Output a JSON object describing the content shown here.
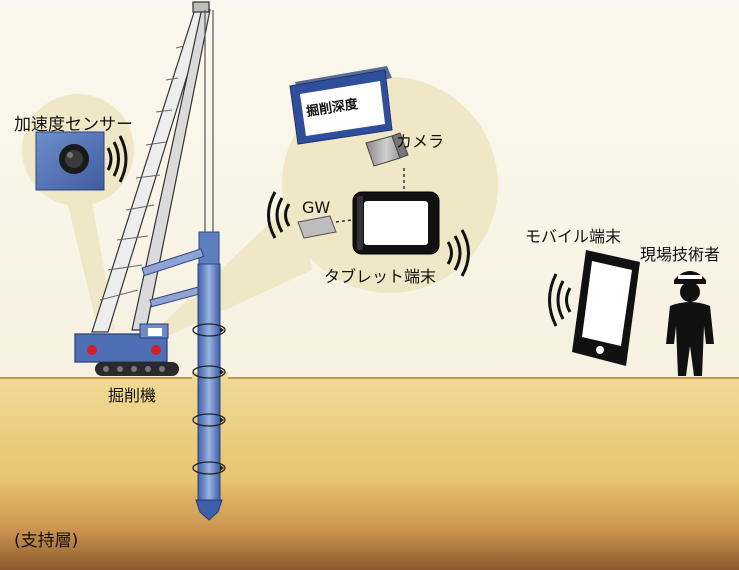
{
  "labels": {
    "accel_sensor": "加速度センサー",
    "display_sign": "掘削深度",
    "camera": "カメラ",
    "gw": "GW",
    "tablet": "タブレット端末",
    "mobile": "モバイル端末",
    "engineer": "現場技術者",
    "excavator": "掘削機",
    "bearing_layer": "(支持層)"
  },
  "colors": {
    "sky": "#FAF6EB",
    "callout": "#F0E7C6",
    "ground": "#EBCB77",
    "ground_deep": "#9A6D3A",
    "machine": "#4F6FB5",
    "sign_border": "#2F4F9C"
  }
}
